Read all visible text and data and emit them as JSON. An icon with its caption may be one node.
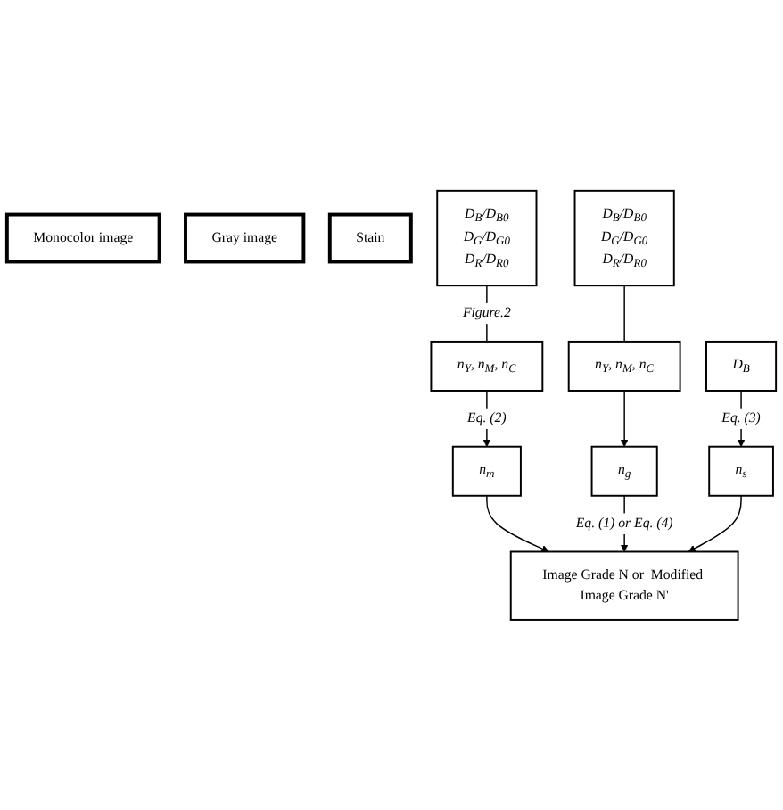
{
  "diagram": {
    "nodes": [
      {
        "text": [
          "Monocolor image"
        ]
      },
      {
        "text": [
          "Gray image"
        ]
      },
      {
        "text": [
          "Stain"
        ]
      },
      {
        "text": [
          "D$_{B}$/D$_{B0}$",
          "D$_{G}$/D$_{G0}$",
          "D$_{R}$/D$_{R0}$"
        ]
      },
      {
        "text": [
          "D$_{B}$/D$_{B0}$",
          "D$_{G}$/D$_{G0}$",
          "D$_{R}$/D$_{R0}$"
        ]
      },
      {
        "text": [
          "D$_{B}$"
        ]
      },
      {
        "text": [
          "n$_{Y}$, n$_{M}$, n$_{C}$"
        ]
      },
      {
        "text": [
          "n$_{Y}$, n$_{M}$, n$_{C}$"
        ]
      },
      {
        "text": [
          "n$_{m}$"
        ]
      },
      {
        "text": [
          "n$_{g}$"
        ]
      },
      {
        "text": [
          "n$_{s}$"
        ]
      },
      {
        "text": [
          "Image Grade N or  Modified Image Grade N'"
        ]
      }
    ],
    "edges": [
      {
        "from": 3,
        "to": 6,
        "arrow": "none",
        "label": "Figure.2"
      },
      {
        "from": 4,
        "to": 7,
        "arrow": "none"
      },
      {
        "from": 6,
        "to": 8,
        "arrow": "to",
        "label": "Eq. (2)"
      },
      {
        "from": 7,
        "to": 9,
        "arrow": "to"
      },
      {
        "from": 5,
        "to": 10,
        "arrow": "to",
        "label": "Eq. (3)"
      },
      {
        "from": 8,
        "to": 11,
        "arrow": "to"
      },
      {
        "from": 9,
        "to": 11,
        "arrow": "to",
        "label": "Eq. (1) or Eq. (4)"
      },
      {
        "from": 10,
        "to": 11,
        "arrow": "to"
      }
    ]
  }
}
